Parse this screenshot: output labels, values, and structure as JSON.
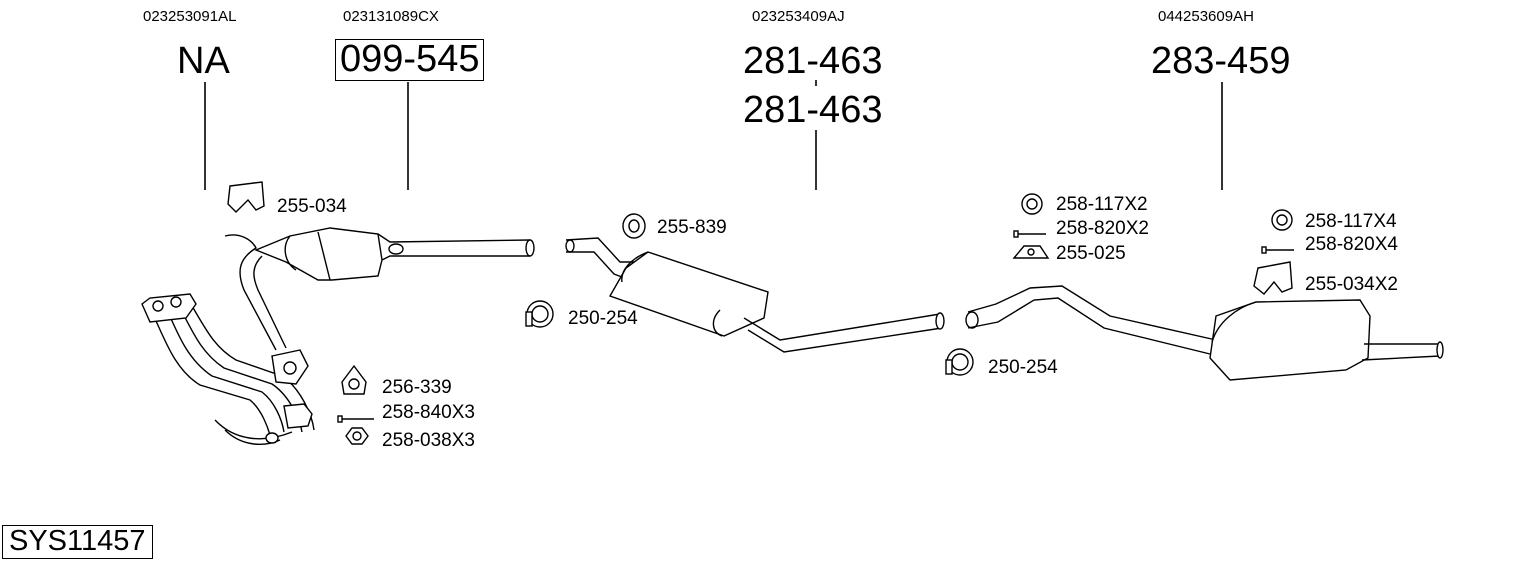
{
  "groups": [
    {
      "oem": "023253091AL",
      "parts": [
        "NA"
      ]
    },
    {
      "oem": "023131089CX",
      "parts": [
        "099-545"
      ]
    },
    {
      "oem": "023253409AJ",
      "parts": [
        "281-463",
        "281-463"
      ]
    },
    {
      "oem": "044253609AH",
      "parts": [
        "283-459"
      ]
    }
  ],
  "accessories": {
    "a1": "255-034",
    "a2": "256-339",
    "a3": "258-840X3",
    "a4": "258-038X3",
    "b1": "255-839",
    "b2": "250-254",
    "c1": "258-117X2",
    "c2": "258-820X2",
    "c3": "255-025",
    "c4": "250-254",
    "d1": "258-117X4",
    "d2": "258-820X4",
    "d3": "255-034X2"
  },
  "system_id": "SYS11457"
}
